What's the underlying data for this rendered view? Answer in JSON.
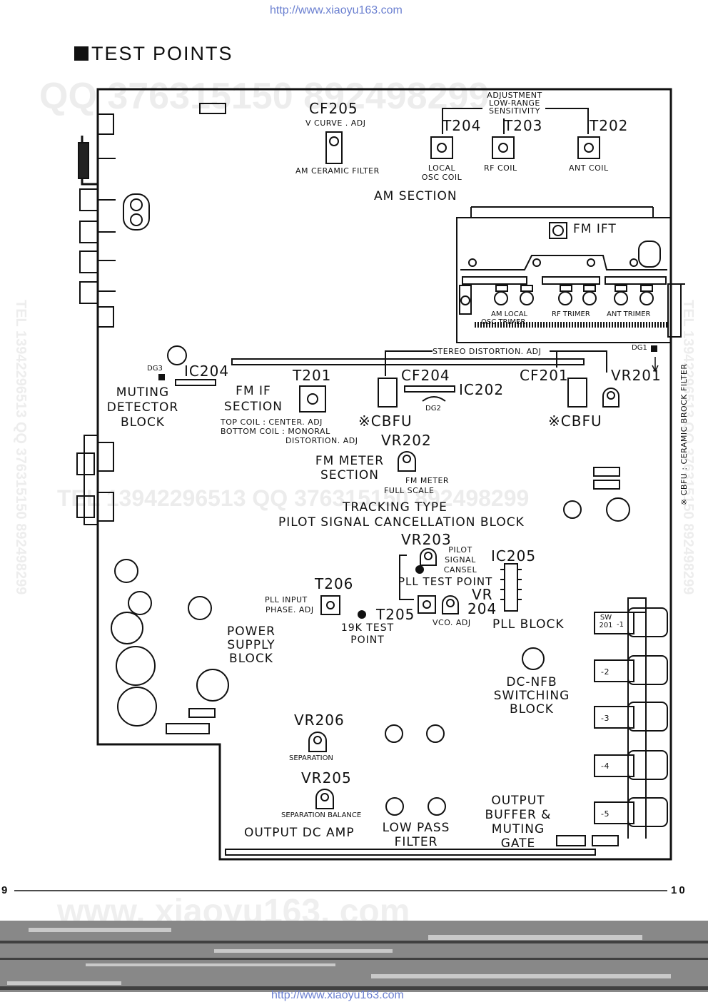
{
  "header": {
    "url_top": "http://www.xiaoyu163.com",
    "title": "TEST POINTS"
  },
  "footer": {
    "page_left": "9",
    "page_right": "10",
    "url_bottom": "http://www.xiaoyu163.com"
  },
  "watermarks": {
    "qq": "QQ 376315150   892498299",
    "tel": "TEL 13942296513   QQ 376315150   892498299",
    "mid": "TEL 13942296513        QQ 376315150  892498299",
    "site": "www. xiaoyu163. com"
  },
  "labels": {
    "cf205": "CF205",
    "v_curve_adj": "V CURVE . ADJ",
    "am_ceramic_filter": "AM  CERAMIC FILTER",
    "adjustment": "ADJUSTMENT",
    "low_range": "LOW-RANGE",
    "sensitivity": "SENSITIVITY",
    "t204": "T204",
    "t203": "T203",
    "t202": "T202",
    "local": "LOCAL",
    "osc_coil": "OSC COIL",
    "rf_coil": "RF  COIL",
    "ant_coil": "ANT  COIL",
    "am_section": "AM  SECTION",
    "fm_ift": "FM IFT",
    "am_local": "AM  LOCAL",
    "osc_trimer": "OSC  TRIMER",
    "rf_trimer": "RF  TRIMER",
    "ant_trimer": "ANT  TRIMER",
    "stereo_distortion_adj": "STEREO DISTORTION. ADJ",
    "dg1": "DG1",
    "dg3": "DG3",
    "dg2": "DG2",
    "ic204": "IC204",
    "t201": "T201",
    "cf204": "CF204",
    "ic202": "IC202",
    "cf201": "CF201",
    "vr201": "VR201",
    "muting": "MUTING",
    "detector": "DETECTOR",
    "block": "BLOCK",
    "fm_if": "FM IF",
    "section": "SECTION",
    "top_coil": "TOP  COIL : CENTER. ADJ",
    "bottom_coil": "BOTTOM  COIL : MONORAL",
    "distortion_adj": "DISTORTION. ADJ",
    "cbfu_left": "※CBFU",
    "cbfu_right": "※CBFU",
    "vr202": "VR202",
    "fm_meter": "FM METER",
    "fm_meter_section": "SECTION",
    "fm_meter_small": "FM METER",
    "full_scale": "FULL SCALE",
    "side_note": "※ CBFU : CERAMIC BROCK FILTER",
    "tracking_type": "TRACKING  TYPE",
    "pilot_block": "PILOT SIGNAL CANCELLATION BLOCK",
    "vr203": "VR203",
    "pilot": "PILOT",
    "signal": "SIGNAL",
    "cansel": "CANSEL",
    "ic205": "IC205",
    "pll_test_point": "PLL TEST POINT",
    "t206": "T206",
    "pll_input": "PLL  INPUT",
    "phase_adj": "PHASE. ADJ",
    "t205": "T205",
    "k19_test": "19K TEST",
    "point": "POINT",
    "vr204_a": "VR",
    "vr204_b": "204",
    "vco_adj": "VCO. ADJ",
    "pll_block": "PLL BLOCK",
    "power": "POWER",
    "supply": "SUPPLY",
    "power_block": "BLOCK",
    "sw201": "SW",
    "sw201b": "201",
    "sw1": "-1",
    "sw2": "-2",
    "sw3": "-3",
    "sw4": "-4",
    "sw5": "-5",
    "dc_nfb": "DC-NFB",
    "switching": "SWITCHING",
    "dc_block": "BLOCK",
    "vr206": "VR206",
    "separation": "SEPARATION",
    "vr205": "VR205",
    "separation_balance": "SEPARATION  BALANCE",
    "output_dc_amp": "OUTPUT DC AMP",
    "low_pass": "LOW PASS",
    "filter": "FILTER",
    "output": "OUTPUT",
    "buffer": "BUFFER &",
    "muting2": "MUTING",
    "gate": "GATE"
  }
}
